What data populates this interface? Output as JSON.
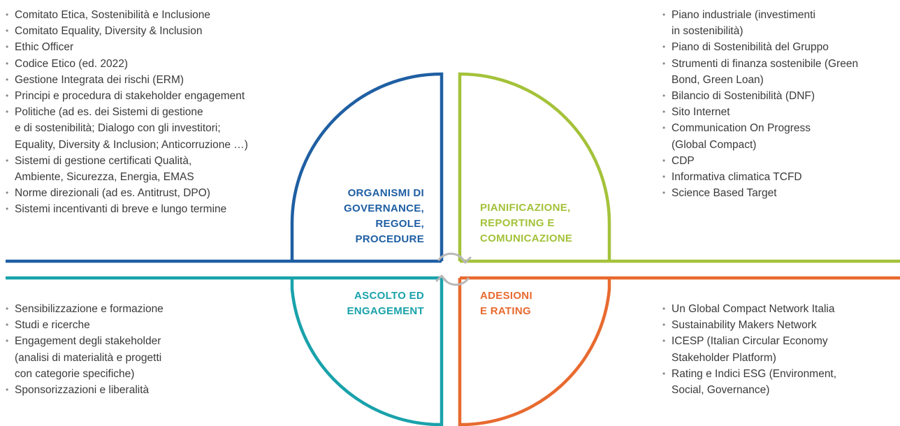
{
  "colors": {
    "governance": "#1f5fa3",
    "planning": "#a4c23a",
    "listening": "#19a2ab",
    "adhesion": "#e86a2f",
    "cycle_icon": "#b8b8b8",
    "text": "#3a3a3a",
    "bullet": "#8a8a8a"
  },
  "center_icon": "refresh-cycle-icon",
  "quadrants": {
    "governance": {
      "title_lines": [
        "ORGANISMI DI",
        "GOVERNANCE,",
        "REGOLE,",
        "PROCEDURE"
      ],
      "items": [
        [
          "Comitato Etica, Sostenibilità e Inclusione"
        ],
        [
          "Comitato Equality, Diversity & Inclusion"
        ],
        [
          "Ethic Officer"
        ],
        [
          "Codice Etico (ed. 2022)"
        ],
        [
          "Gestione Integrata dei rischi (ERM)"
        ],
        [
          "Principi e procedura di stakeholder engagement"
        ],
        [
          "Politiche (ad es. dei Sistemi di gestione",
          "e di sostenibilità; Dialogo con gli investitori;",
          "Equality, Diversity & Inclusion; Anticorruzione …)"
        ],
        [
          "Sistemi di gestione certificati Qualità,",
          "Ambiente, Sicurezza, Energia, EMAS"
        ],
        [
          "Norme direzionali (ad es. Antitrust, DPO)"
        ],
        [
          "Sistemi incentivanti di breve e  lungo termine"
        ]
      ]
    },
    "planning": {
      "title_lines": [
        "PIANIFICAZIONE,",
        "REPORTING E",
        "COMUNICAZIONE"
      ],
      "items": [
        [
          "Piano industriale (investimenti",
          "in sostenibilità)"
        ],
        [
          "Piano di Sostenibilità del Gruppo"
        ],
        [
          "Strumenti di finanza sostenibile (Green",
          "Bond, Green Loan)"
        ],
        [
          "Bilancio di Sostenibilità (DNF)"
        ],
        [
          "Sito Internet"
        ],
        [
          "Communication On Progress",
          "(Global Compact)"
        ],
        [
          "CDP"
        ],
        [
          "Informativa climatica TCFD"
        ],
        [
          "Science Based Target"
        ]
      ]
    },
    "listening": {
      "title_lines": [
        "ASCOLTO ED",
        "ENGAGEMENT"
      ],
      "items": [
        [
          "Sensibilizzazione e formazione"
        ],
        [
          "Studi e ricerche"
        ],
        [
          "Engagement degli stakeholder",
          "(analisi di materialità e progetti",
          "con categorie specifiche)"
        ],
        [
          "Sponsorizzazioni e liberalità"
        ]
      ]
    },
    "adhesion": {
      "title_lines": [
        "ADESIONI",
        "E RATING"
      ],
      "items": [
        [
          "Un Global Compact Network Italia"
        ],
        [
          "Sustainability Makers Network"
        ],
        [
          "ICESP (Italian Circular Economy",
          "Stakeholder Platform)"
        ],
        [
          "Rating e Indici ESG (Environment,",
          "Social, Governance)"
        ]
      ]
    }
  }
}
